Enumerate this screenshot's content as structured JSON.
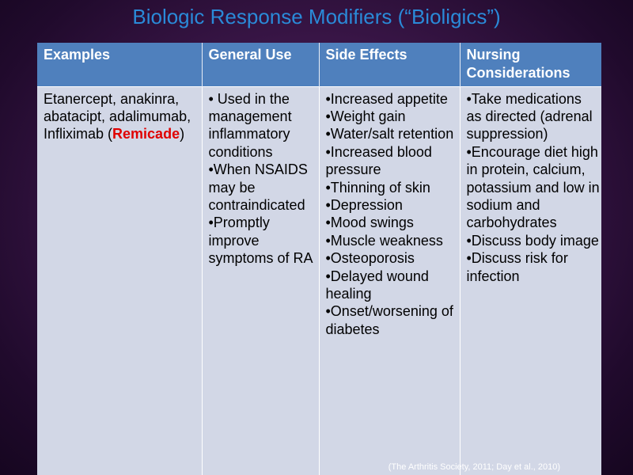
{
  "title": "Biologic Response Modifiers (“Bioligics”)",
  "table": {
    "headers": [
      "Examples",
      "General Use",
      "Side Effects",
      "Nursing Considerations"
    ],
    "examples": {
      "before": "Etanercept, anakinra, abatacipt, adalimumab, Infliximab (",
      "highlight": "Remicade",
      "after": ")"
    },
    "general_use": [
      "• Used in the management inflammatory conditions",
      "•When NSAIDS may be contraindicated",
      "•Promptly improve symptoms of RA"
    ],
    "side_effects": [
      "•Increased appetite",
      "•Weight gain",
      "•Water/salt retention",
      "•Increased blood pressure",
      "•Thinning of skin",
      "•Depression",
      "•Mood swings",
      "•Muscle weakness",
      "•Osteoporosis",
      "•Delayed wound healing",
      "•Onset/worsening of diabetes"
    ],
    "nursing_considerations": [
      "•Take medications as directed (adrenal suppression)",
      "•Encourage diet high in protein, calcium, potassium and low in sodium and carbohydrates",
      "•Discuss body image",
      "•Discuss risk for infection"
    ]
  },
  "citation": "(The Arthritis Society, 2011; Day et al., 2010)",
  "colors": {
    "title": "#2a8ad8",
    "header_bg": "#4f80bd",
    "body_bg": "#d2d7e6",
    "highlight": "#e00000"
  }
}
